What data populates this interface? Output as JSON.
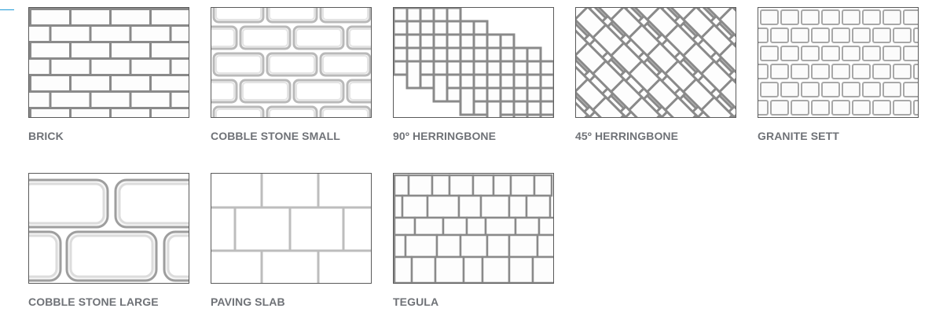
{
  "accent_color": "#1f9ad6",
  "patterns": [
    {
      "label": "BRICK",
      "icon": "brick-pattern-icon"
    },
    {
      "label": "COBBLE STONE SMALL",
      "icon": "cobble-stone-small-pattern-icon"
    },
    {
      "label": "90º HERRINGBONE",
      "icon": "herringbone-90-pattern-icon"
    },
    {
      "label": "45º HERRINGBONE",
      "icon": "herringbone-45-pattern-icon"
    },
    {
      "label": "GRANITE SETT",
      "icon": "granite-sett-pattern-icon"
    },
    {
      "label": "COBBLE STONE LARGE",
      "icon": "cobble-stone-large-pattern-icon"
    },
    {
      "label": "PAVING SLAB",
      "icon": "paving-slab-pattern-icon"
    },
    {
      "label": "TEGULA",
      "icon": "tegula-pattern-icon"
    }
  ]
}
